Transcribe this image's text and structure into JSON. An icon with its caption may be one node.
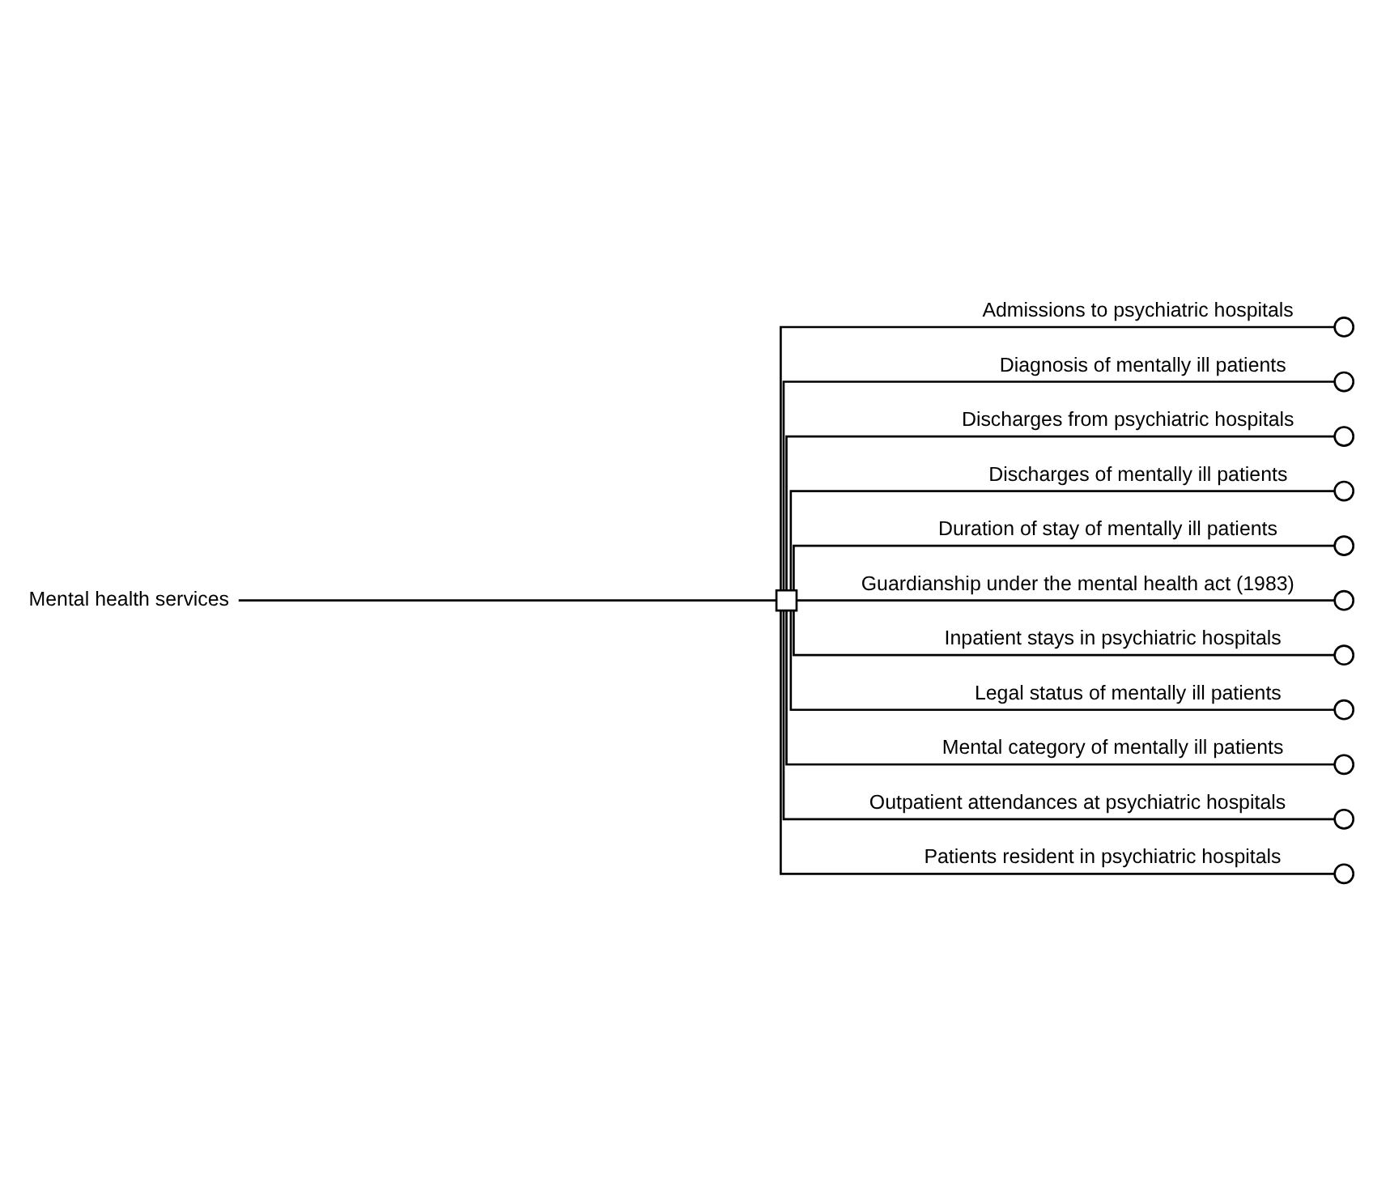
{
  "diagram": {
    "nodes": [
      {
        "text": [
          "Mental health services"
        ]
      },
      {
        "text": [],
        "shape": "box"
      },
      {
        "text": [],
        "shape": "circle"
      },
      {
        "text": [],
        "shape": "circle"
      },
      {
        "text": [],
        "shape": "circle"
      },
      {
        "text": [],
        "shape": "circle"
      },
      {
        "text": [],
        "shape": "circle"
      },
      {
        "text": [],
        "shape": "circle"
      },
      {
        "text": [],
        "shape": "circle"
      },
      {
        "text": [],
        "shape": "circle"
      },
      {
        "text": [],
        "shape": "circle"
      },
      {
        "text": [],
        "shape": "circle"
      },
      {
        "text": [],
        "shape": "circle"
      }
    ],
    "edges": [
      {
        "from": 0,
        "to": 1,
        "arrow": "none"
      },
      {
        "from": 1,
        "to": 2,
        "arrow": "none",
        "label": "Admissions to psychiatric hospitals"
      },
      {
        "from": 1,
        "to": 3,
        "arrow": "none",
        "label": "Diagnosis of mentally ill patients"
      },
      {
        "from": 1,
        "to": 4,
        "arrow": "none",
        "label": "Discharges from psychiatric hospitals"
      },
      {
        "from": 1,
        "to": 5,
        "arrow": "none",
        "label": "Discharges of mentally ill patients"
      },
      {
        "from": 1,
        "to": 6,
        "arrow": "none",
        "label": "Duration of stay of mentally ill patients"
      },
      {
        "from": 1,
        "to": 7,
        "arrow": "none",
        "label": "Guardianship under the mental health act (1983)"
      },
      {
        "from": 1,
        "to": 8,
        "arrow": "none",
        "label": "Inpatient stays in psychiatric hospitals"
      },
      {
        "from": 1,
        "to": 9,
        "arrow": "none",
        "label": "Legal status of mentally ill patients"
      },
      {
        "from": 1,
        "to": 10,
        "arrow": "none",
        "label": "Mental category of mentally ill patients"
      },
      {
        "from": 1,
        "to": 11,
        "arrow": "none",
        "label": "Outpatient attendances at psychiatric hospitals"
      },
      {
        "from": 1,
        "to": 12,
        "arrow": "none",
        "label": "Patients resident in psychiatric hospitals"
      }
    ]
  }
}
